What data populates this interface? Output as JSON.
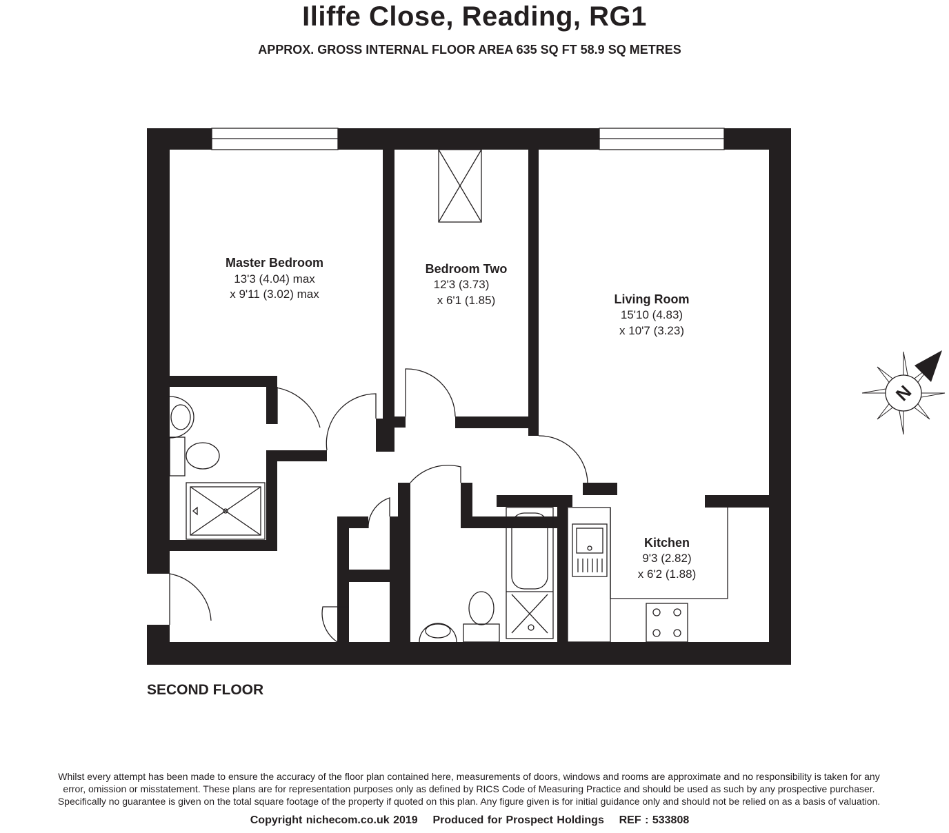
{
  "header": {
    "title": "Iliffe Close, Reading, RG1",
    "subtitle": "APPROX. GROSS INTERNAL FLOOR AREA 635 SQ FT 58.9 SQ METRES"
  },
  "plan": {
    "floor_label": "SECOND FLOOR",
    "rooms": [
      {
        "name": "Master Bedroom",
        "dim1": "13'3 (4.04) max",
        "dim2": "x 9'11 (3.02) max"
      },
      {
        "name": "Bedroom Two",
        "dim1": "12'3 (3.73)",
        "dim2": "x 6'1 (1.85)"
      },
      {
        "name": "Living Room",
        "dim1": "15'10 (4.83)",
        "dim2": "x 10'7 (3.23)"
      },
      {
        "name": "Kitchen",
        "dim1": "9'3 (2.82)",
        "dim2": "x 6'2 (1.88)"
      }
    ],
    "compass_letter": "N"
  },
  "footer": {
    "disclaimer_1": "Whilst every attempt has been made to ensure the accuracy of the floor plan contained here, measurements of doors, windows and rooms are approximate and no responsibility is taken for any",
    "disclaimer_2": "error, omission or misstatement. These plans are for representation purposes only as defined by RICS Code of Measuring Practice and should be used as such by any prospective purchaser.",
    "disclaimer_3": "Specifically no guarantee is given on the total square footage of the property if quoted on this plan. Any figure given is for initial guidance only and should not be relied on as a basis of valuation.",
    "copyright": "Copyright nichecom.co.uk 2019    Produced for Prospect Holdings    REF : 533808"
  },
  "colors": {
    "ink": "#231f20",
    "background": "#ffffff"
  }
}
